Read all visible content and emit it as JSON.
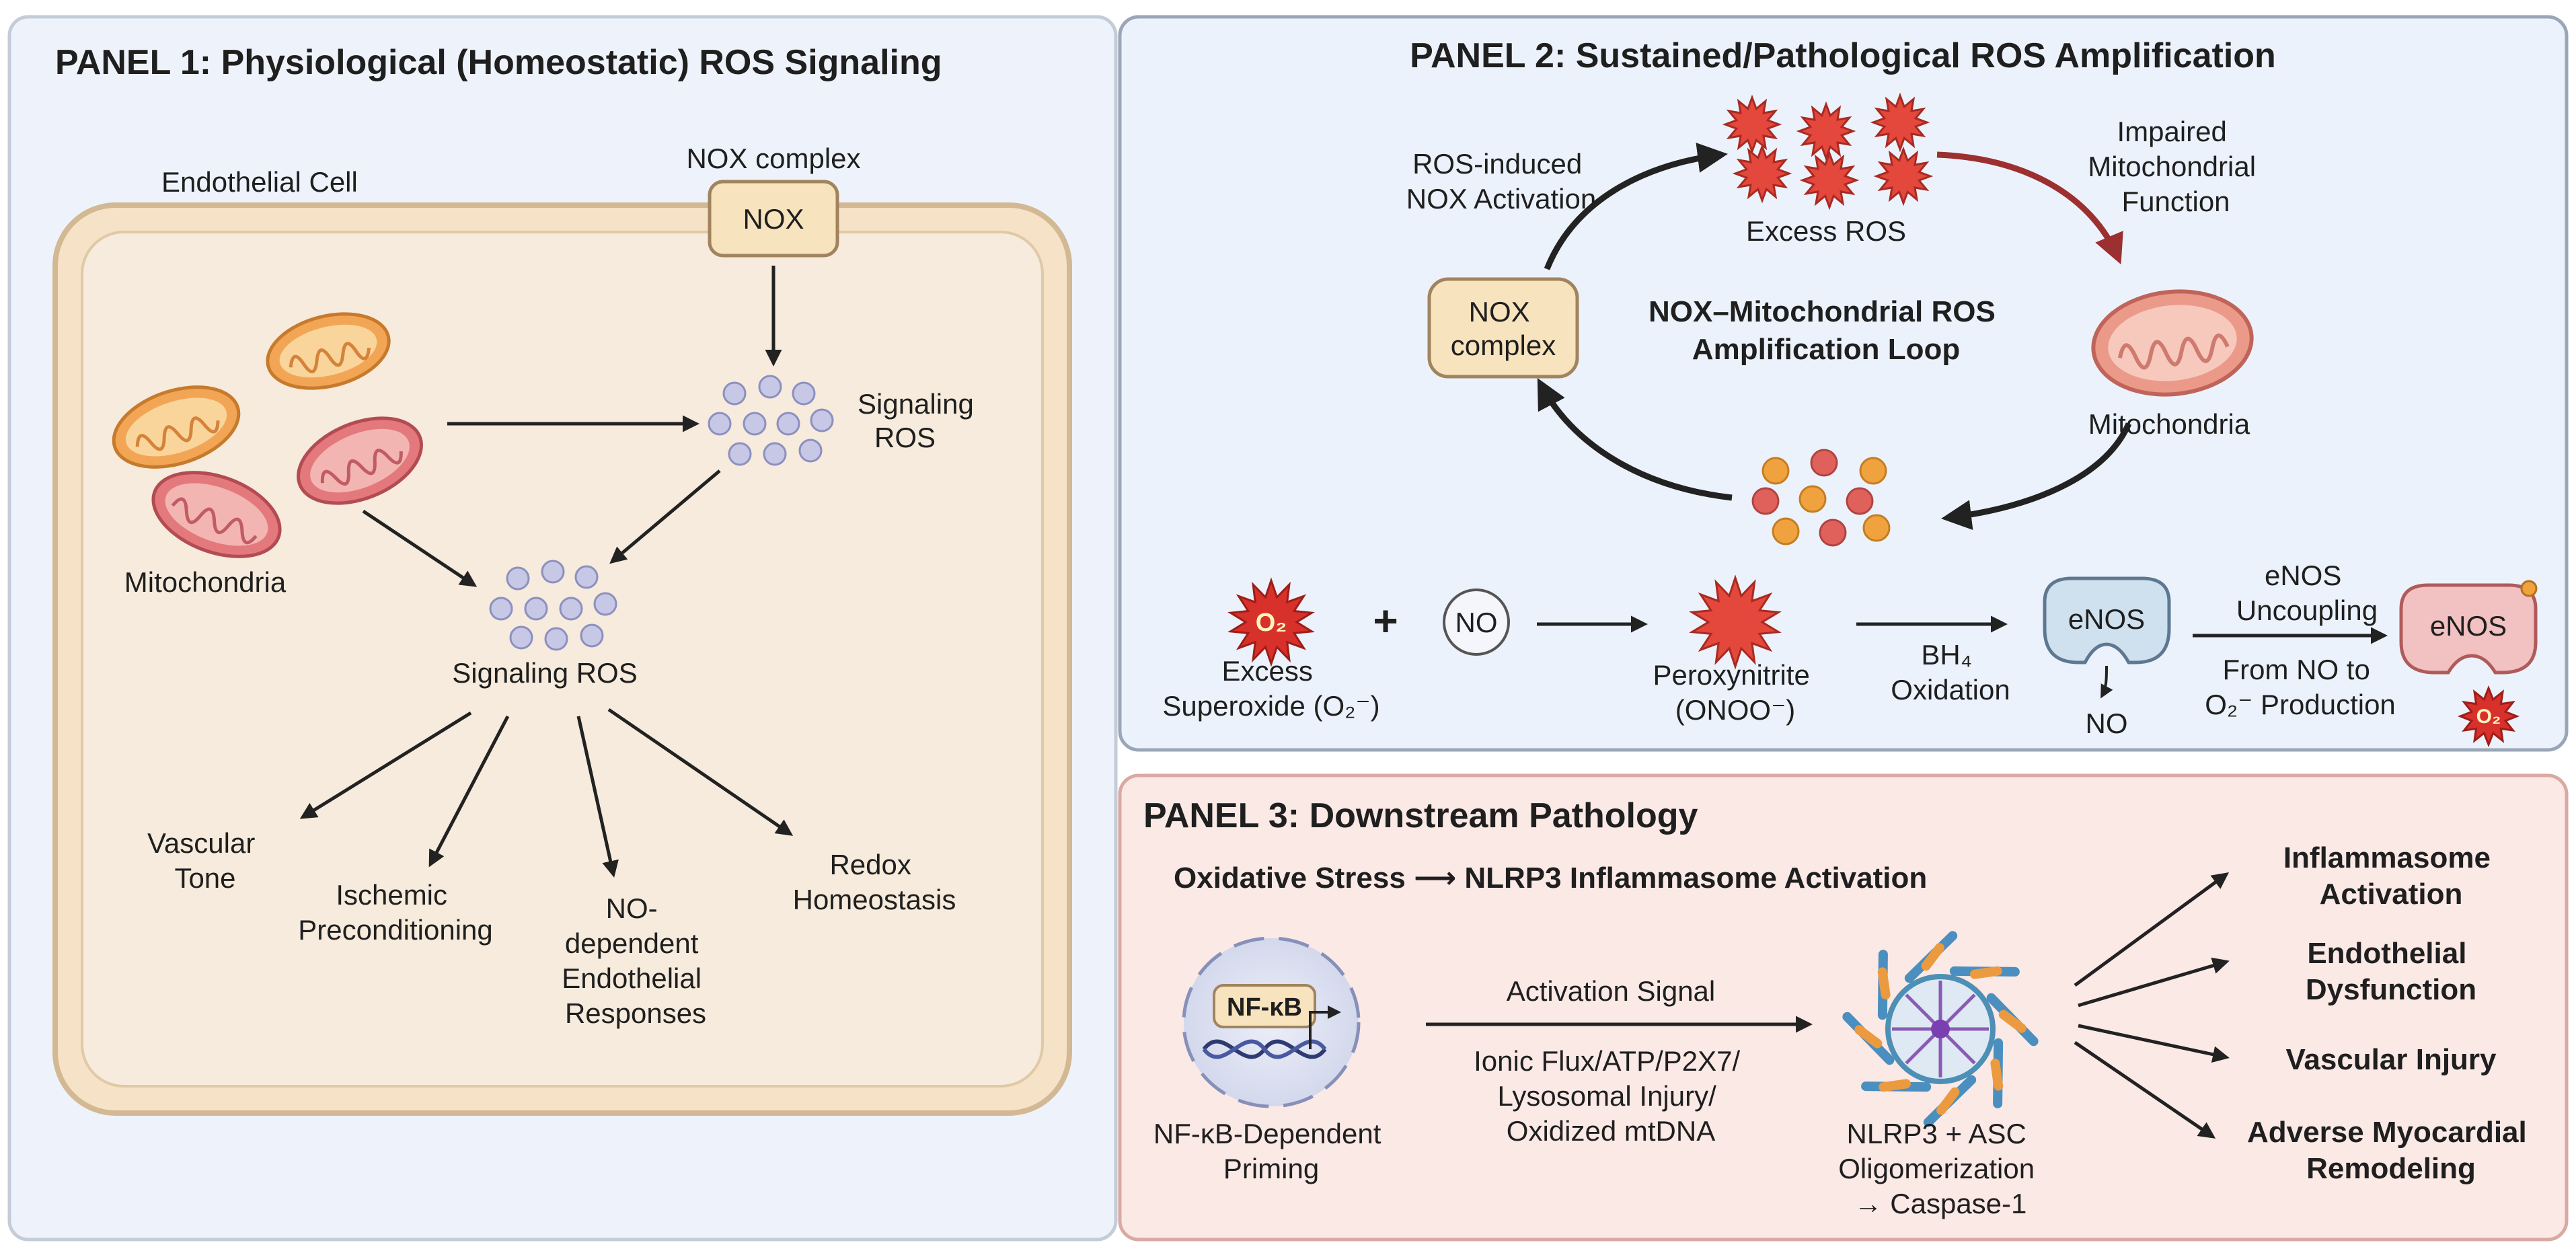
{
  "panel1": {
    "title": "PANEL 1: Physiological (Homeostatic) ROS Signaling",
    "cell_label": "Endothelial Cell",
    "nox_complex_label": "NOX complex",
    "nox_box": "NOX",
    "mito_label": "Mitochondria",
    "signaling_ros_upper": [
      "Signaling",
      "ROS"
    ],
    "signaling_ros_lower": "Signaling ROS",
    "outcomes": {
      "vascular_tone": [
        "Vascular",
        "Tone"
      ],
      "ischemic": [
        "Ischemic",
        "Preconditioning"
      ],
      "no_dependent": [
        "NO-",
        "dependent",
        "Endothelial",
        "Responses"
      ],
      "redox": [
        "Redox",
        "Homeostasis"
      ]
    }
  },
  "panel2": {
    "title": "PANEL 2: Sustained/Pathological ROS Amplification",
    "ros_induced": [
      "ROS-induced",
      "NOX Activation"
    ],
    "excess_ros": "Excess ROS",
    "impaired": [
      "Impaired",
      "Mitochondrial",
      "Function"
    ],
    "loop_title": [
      "NOX–Mitochondrial ROS",
      "Amplification Loop"
    ],
    "nox_box": [
      "NOX",
      "complex"
    ],
    "mito_label": "Mitochondria",
    "superoxide_symbol": "O₂",
    "plus": "+",
    "no_circle": "NO",
    "excess_superoxide": [
      "Excess",
      "Superoxide (O₂⁻)"
    ],
    "peroxynitrite": [
      "Peroxynitrite",
      "(ONOO⁻)"
    ],
    "bh4": [
      "BH₄",
      "Oxidation"
    ],
    "enos": "eNOS",
    "no_product": "NO",
    "uncoupling": [
      "eNOS",
      "Uncoupling"
    ],
    "from_no": [
      "From NO to",
      "O₂⁻ Production"
    ],
    "enos_uncoupled": "eNOS"
  },
  "panel3": {
    "title": "PANEL 3: Downstream Pathology",
    "headline": "Oxidative Stress ⟶ NLRP3 Inflammasome Activation",
    "nfkb": "NF-κB",
    "priming": [
      "NF-κB-Dependent",
      "Priming"
    ],
    "activation_signal": "Activation Signal",
    "triggers": [
      "Ionic Flux/ATP/P2X7/",
      "Lysosomal Injury/",
      "Oxidized mtDNA"
    ],
    "nlrp3": [
      "NLRP3 + ASC",
      "Oligomerization",
      "→ Caspase-1"
    ],
    "outcomes": {
      "inflammasome": [
        "Inflammasome",
        "Activation"
      ],
      "endothelial": [
        "Endothelial",
        "Dysfunction"
      ],
      "vascular": "Vascular Injury",
      "myocardial": [
        "Adverse Myocardial",
        "Remodeling"
      ]
    }
  }
}
